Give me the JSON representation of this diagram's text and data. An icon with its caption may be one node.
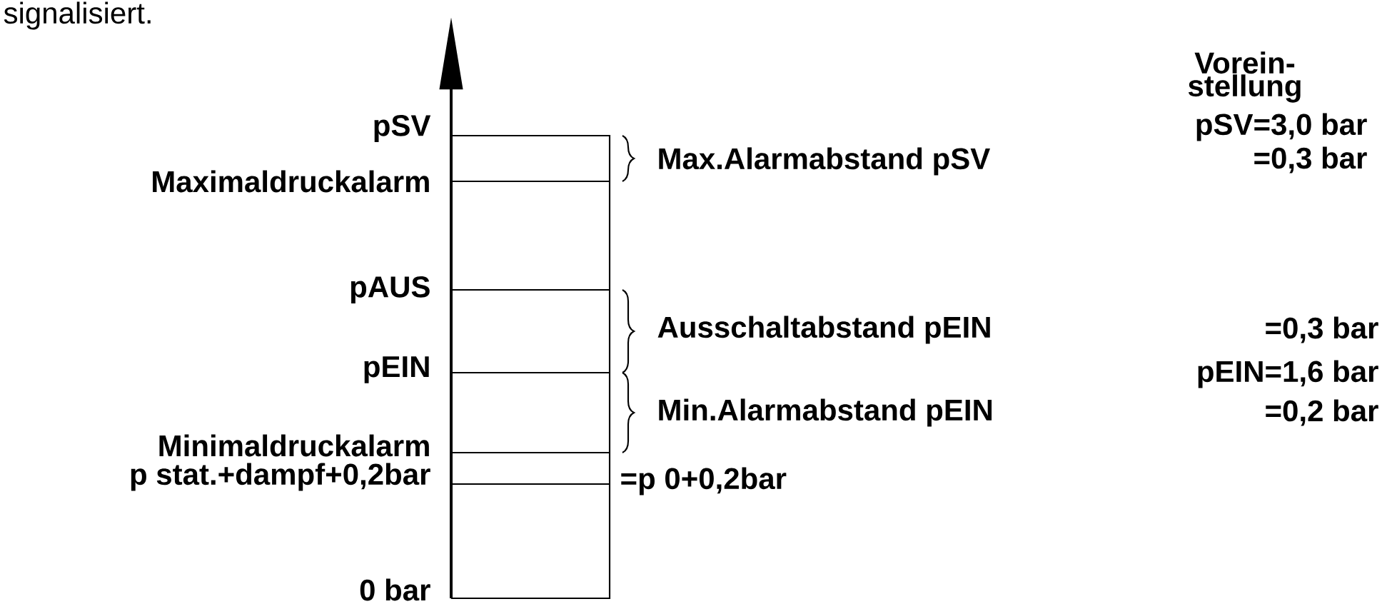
{
  "diagram": {
    "labels": [
      "signalisiert.",
      "pSV",
      "Maximaldruckalarm",
      "pAUS",
      "pEIN",
      "Minimaldruckalarm",
      "p stat.+dampf+0,2bar",
      "0 bar",
      "Vorein- stellung",
      "Max.Alarmabstand pSV",
      "pSV=3,0 bar",
      "=0,3 bar",
      "Ausschaltabstand pEIN",
      "=0,3 bar",
      "pEIN=1,6 bar",
      "Min.Alarmabstand pEIN",
      "=0,2 bar",
      "=p 0+0,2bar"
    ]
  }
}
